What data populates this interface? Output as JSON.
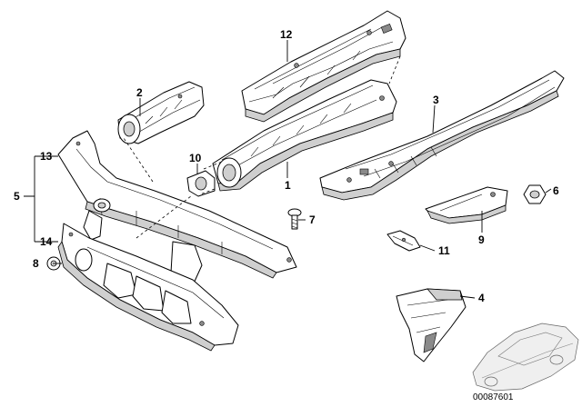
{
  "diagram": {
    "callouts": {
      "c1": "1",
      "c2": "2",
      "c3": "3",
      "c4": "4",
      "c5": "5",
      "c6": "6",
      "c7": "7",
      "c8": "8",
      "c9": "9",
      "c10": "10",
      "c11": "11",
      "c12": "12",
      "c13": "13",
      "c14": "14"
    },
    "reference_code": "00087601"
  }
}
